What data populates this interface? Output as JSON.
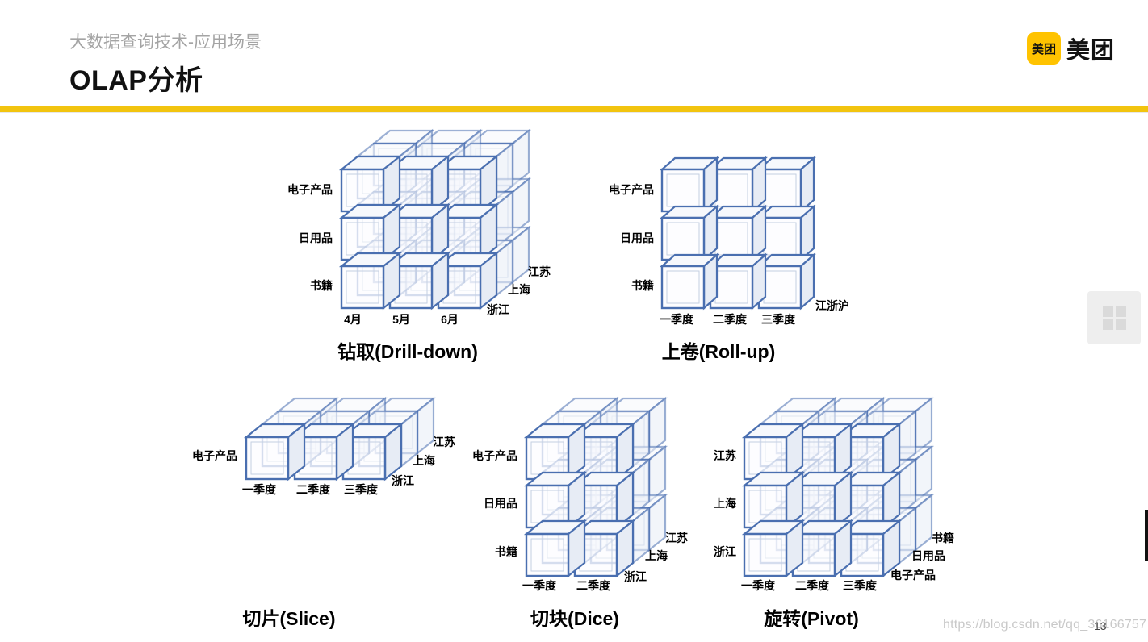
{
  "header": {
    "subtitle": "大数据查询技术-应用场景",
    "title": "OLAP分析",
    "logo_badge": "美团",
    "logo_text": "美团",
    "accent_color": "#f2c40f"
  },
  "cubes": [
    {
      "id": "drill",
      "caption": "钻取(Drill-down)",
      "rows": [
        "电子产品",
        "日用品",
        "书籍"
      ],
      "cols": [
        "4月",
        "5月",
        "6月"
      ],
      "depth": [
        "浙江",
        "上海",
        "江苏"
      ]
    },
    {
      "id": "rollup",
      "caption": "上卷(Roll-up)",
      "rows": [
        "电子产品",
        "日用品",
        "书籍"
      ],
      "cols": [
        "一季度",
        "二季度",
        "三季度"
      ],
      "depth": [
        "江浙沪"
      ]
    },
    {
      "id": "slice",
      "caption": "切片(Slice)",
      "rows": [
        "电子产品"
      ],
      "cols": [
        "一季度",
        "二季度",
        "三季度"
      ],
      "depth": [
        "浙江",
        "上海",
        "江苏"
      ]
    },
    {
      "id": "dice",
      "caption": "切块(Dice)",
      "rows": [
        "电子产品",
        "日用品",
        "书籍"
      ],
      "cols": [
        "一季度",
        "二季度"
      ],
      "depth": [
        "浙江",
        "上海",
        "江苏"
      ]
    },
    {
      "id": "pivot",
      "caption": "旋转(Pivot)",
      "rows": [
        "江苏",
        "上海",
        "浙江"
      ],
      "cols": [
        "一季度",
        "二季度",
        "三季度"
      ],
      "depth": [
        "电子产品",
        "日用品",
        "书籍"
      ]
    }
  ],
  "page_number": "13",
  "watermark": "https://blog.csdn.net/qq_36166757"
}
